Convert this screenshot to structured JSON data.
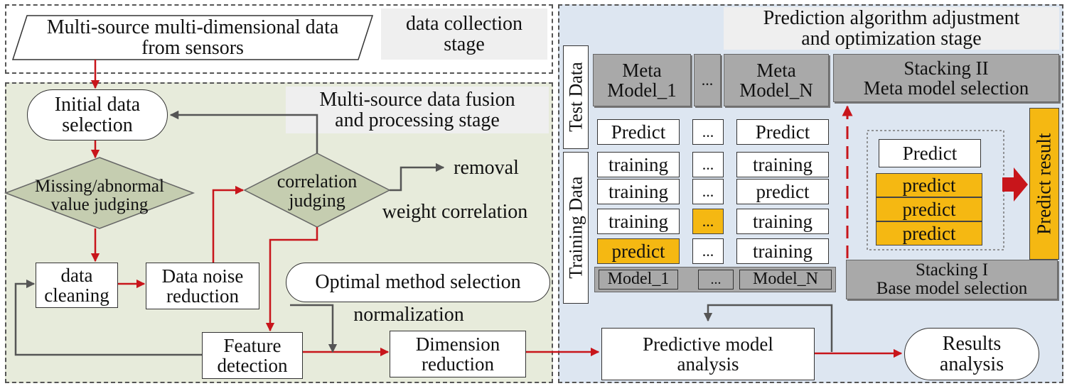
{
  "stages": {
    "collection": "data collection\nstage",
    "fusion": "Multi-source data fusion\nand processing stage",
    "prediction": "Prediction algorithm adjustment\nand optimization stage"
  },
  "left": {
    "sensors": "Multi-source multi-dimensional data\nfrom sensors",
    "initial": "Initial data\nselection",
    "missing": "Missing/abnormal\nvalue judging",
    "cleaning": "data\ncleaning",
    "noise": "Data noise\nreduction",
    "correlation": "correlation\njudging",
    "removal": "removal",
    "weight": "weight correlation",
    "optimal": "Optimal method selection",
    "normalization": "normalization",
    "feature": "Feature\ndetection",
    "dimension": "Dimension\nreduction"
  },
  "right": {
    "test_data": "Test Data",
    "training_data": "Training Data",
    "meta1": "Meta\nModel_1",
    "dots": "...",
    "metaN": "Meta\nModel_N",
    "stacking2": "Stacking II\nMeta model selection",
    "predict_cap": "Predict",
    "training": "training",
    "predict": "predict",
    "model1": "Model_1",
    "modelN": "Model_N",
    "stacking1": "Stacking I\nBase model selection",
    "predict_result": "Predict result",
    "predictive": "Predictive model\nanalysis",
    "results": "Results\nanalysis"
  },
  "colors": {
    "arrow_red": "#c8151b",
    "arrow_gray": "#555555",
    "yellow": "#f5b812",
    "green_bg": "#e7ebdb",
    "blue_bg": "#dde6f1",
    "gray_box": "#a9a9a9"
  }
}
